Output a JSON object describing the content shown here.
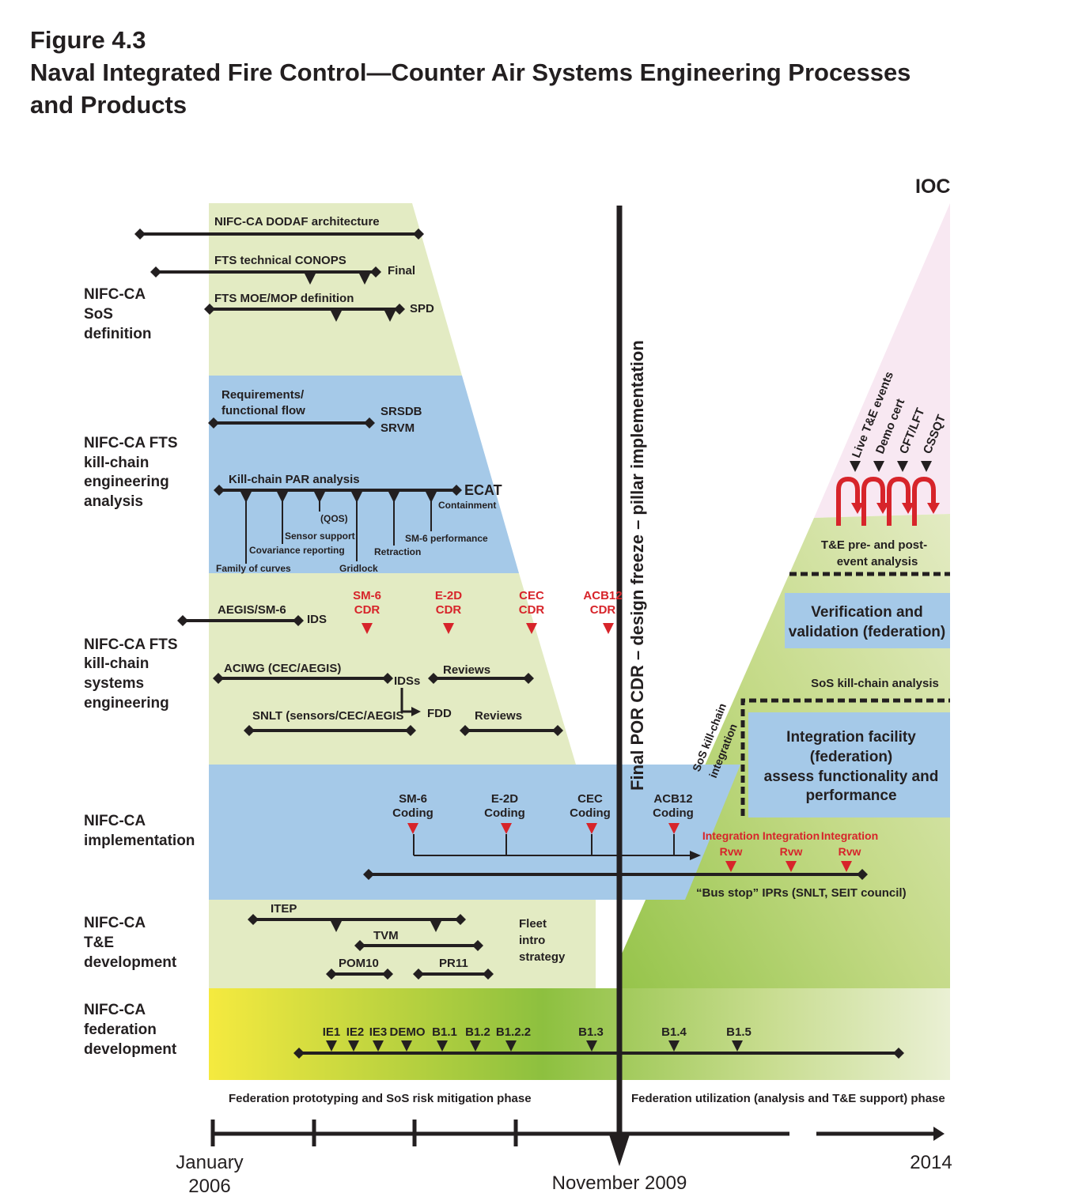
{
  "header": {
    "figure_number": "Figure 4.3",
    "title_line1": "Naval Integrated Fire Control—Counter Air Systems Engineering Processes",
    "title_line2": "and Products"
  },
  "rows": {
    "sos_definition": [
      "NIFC-CA",
      "SoS",
      "definition"
    ],
    "fts_analysis": [
      "NIFC-CA FTS",
      "kill-chain",
      "engineering",
      "analysis"
    ],
    "fts_systems": [
      "NIFC-CA FTS",
      "kill-chain",
      "systems",
      "engineering"
    ],
    "implementation": [
      "NIFC-CA",
      "implementation"
    ],
    "te_development": [
      "NIFC-CA",
      "T&E",
      "development"
    ],
    "federation": [
      "NIFC-CA",
      "federation",
      "development"
    ]
  },
  "sos_items": {
    "dodaf": "NIFC-CA DODAF architecture",
    "conops": "FTS technical CONOPS",
    "final": "Final",
    "moe": "FTS MOE/MOP definition",
    "spd": "SPD"
  },
  "analysis_items": {
    "req1": "Requirements/",
    "req2": "functional flow",
    "srsdb": "SRSDB",
    "srvm": "SRVM",
    "par": "Kill-chain PAR analysis",
    "ecat": "ECAT",
    "containment": "Containment",
    "qos": "(QOS)",
    "sensor_support": "Sensor support",
    "sm6_performance": "SM-6 performance",
    "covariance": "Covariance reporting",
    "retraction": "Retraction",
    "family": "Family of curves",
    "gridlock": "Gridlock"
  },
  "systems_items": {
    "aegis": "AEGIS/SM-6",
    "ids": "IDS",
    "aciwg": "ACIWG (CEC/AEGIS)",
    "idss": "IDSs",
    "reviews1": "Reviews",
    "snlt": "SNLT (sensors/CEC/AEGIS",
    "fdd": "FDD",
    "reviews2": "Reviews",
    "cdr_events": [
      {
        "name": "SM-6",
        "label": "CDR"
      },
      {
        "name": "E-2D",
        "label": "CDR"
      },
      {
        "name": "CEC",
        "label": "CDR"
      },
      {
        "name": "ACB12",
        "label": "CDR"
      }
    ]
  },
  "implementation_items": {
    "coding_events": [
      {
        "name": "SM-6",
        "label": "Coding"
      },
      {
        "name": "E-2D",
        "label": "Coding"
      },
      {
        "name": "CEC",
        "label": "Coding"
      },
      {
        "name": "ACB12",
        "label": "Coding"
      }
    ],
    "integration_events": [
      {
        "name": "Integration",
        "label": "Rvw"
      },
      {
        "name": "Integration",
        "label": "Rvw"
      },
      {
        "name": "Integration",
        "label": "Rvw"
      }
    ],
    "bus_stop": "“Bus stop” IPRs (SNLT, SEIT council)"
  },
  "te_items": {
    "itep": "ITEP",
    "tvm": "TVM",
    "pom10": "POM10",
    "pr11": "PR11",
    "fleet1": "Fleet",
    "fleet2": "intro",
    "fleet3": "strategy"
  },
  "federation_milestones": [
    "IE1",
    "IE2",
    "IE3",
    "DEMO",
    "B1.1",
    "B1.2",
    "B1.2.2",
    "B1.3",
    "B1.4",
    "B1.5"
  ],
  "right_side": {
    "ioc": "IOC",
    "te_events": [
      "Live T&E events",
      "Demo cert",
      "CFT/LFT",
      "CSSQT"
    ],
    "te_analysis1": "T&E pre- and post-",
    "te_analysis2": "event analysis",
    "vv1": "Verification and",
    "vv2": "validation (federation)",
    "sos_analysis": "SoS kill-chain analysis",
    "sos_integration1": "SoS kill-chain",
    "sos_integration2": "integration",
    "facility": [
      "Integration facility",
      "(federation)",
      "assess functionality and",
      "performance"
    ]
  },
  "freeze_label": "Final POR CDR – design freeze – pillar implementation",
  "phases": {
    "left": "Federation prototyping and SoS risk mitigation phase",
    "right": "Federation utilization (analysis and T&E support) phase"
  },
  "timeline": {
    "start1": "January",
    "start2": "2006",
    "middle": "November 2009",
    "end": "2014"
  },
  "colors": {
    "light_green": "#e3ebc3",
    "mid_green": "#c4da87",
    "bright_green": "#8dc03f",
    "yellow": "#f5ea3f",
    "blue": "#a5c9e8",
    "pink": "#f8e8f2",
    "red": "#d7242a",
    "black": "#231f20"
  }
}
